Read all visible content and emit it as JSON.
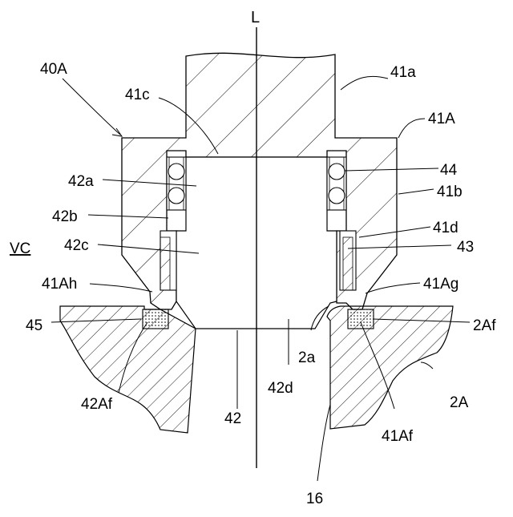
{
  "labels": {
    "L": "L",
    "40A": "40A",
    "41a": "41a",
    "41c": "41c",
    "41A": "41A",
    "42a": "42a",
    "44": "44",
    "41b": "41b",
    "42b": "42b",
    "41d": "41d",
    "VC": "VC",
    "42c": "42c",
    "43": "43",
    "41Ah": "41Ah",
    "41Ag": "41Ag",
    "45": "45",
    "2Af": "2Af",
    "2a": "2a",
    "42d": "42d",
    "42Af": "42Af",
    "2A": "2A",
    "42": "42",
    "41Af": "41Af",
    "16": "16"
  }
}
